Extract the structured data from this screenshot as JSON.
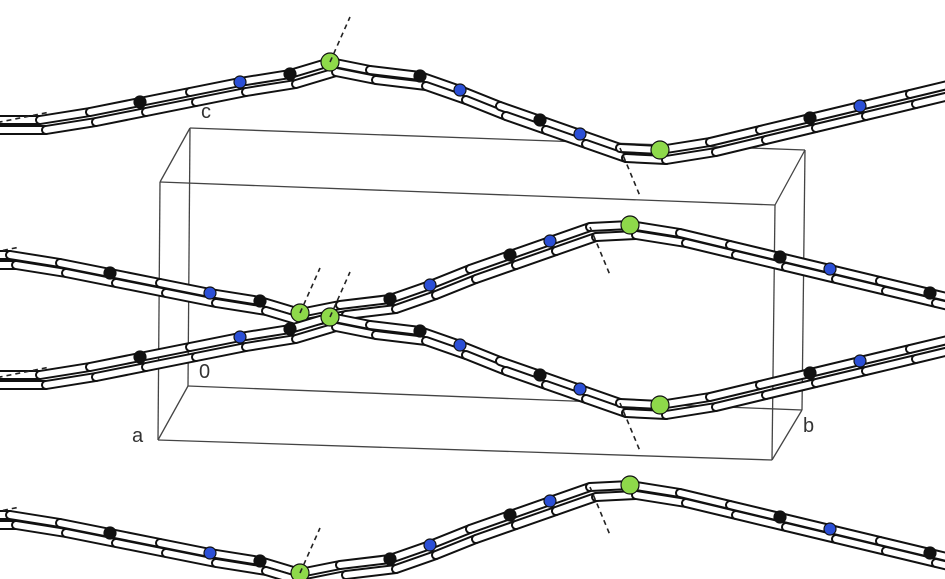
{
  "figure": {
    "axis_labels": {
      "a": "a",
      "b": "b",
      "c": "c",
      "origin": "0"
    },
    "atom_colors": {
      "carbon": "#111111",
      "nitrogen": "#2b4fd6",
      "chlorine": "#8ed94a",
      "bond": "#ffffff"
    },
    "layer_count": 4,
    "contact_style": "dashed"
  }
}
